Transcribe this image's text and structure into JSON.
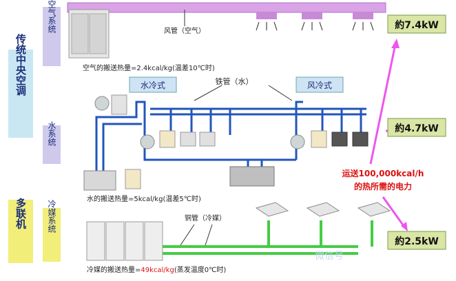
{
  "categories": {
    "central": "传统中央空调",
    "vrf": "多联机"
  },
  "systems": {
    "air": "空气系统",
    "water": "水系统",
    "refrigerant": "冷媒系统"
  },
  "labels": {
    "duct": "风管（空气）",
    "air_heat": "空气的搬送热量=2.4kcal/kg(温差10℃时)",
    "iron_pipe": "铁管（水）",
    "water_cooled": "水冷式",
    "air_cooled": "风冷式",
    "water_heat": "水的搬送热量=5kcal/kg(温差5℃时)",
    "copper_pipe": "铜管（冷媒）",
    "ref_heat_prefix": "冷媒的搬送热量=",
    "ref_heat_value": "49kcal/kg",
    "ref_heat_suffix": "(蒸发温度0℃时)",
    "transport_line1": "运送100,000kcal/h",
    "transport_line2": "的热所需的电力"
  },
  "power": {
    "air": "約7.4kW",
    "water": "約4.7kW",
    "refrigerant": "約2.5kW"
  },
  "watermark": "微信号",
  "colors": {
    "category_bg": "#c9e7f3",
    "vrf_bg": "#f2ee7a",
    "system_bg": "#cfc9ec",
    "duct": "#cc88dd",
    "water_pipe": "#2255bb",
    "ref_pipe": "#44cc44",
    "arrow": "#ee55ee",
    "power_box": "#d9e6a6",
    "red_text": "#dd1111"
  }
}
